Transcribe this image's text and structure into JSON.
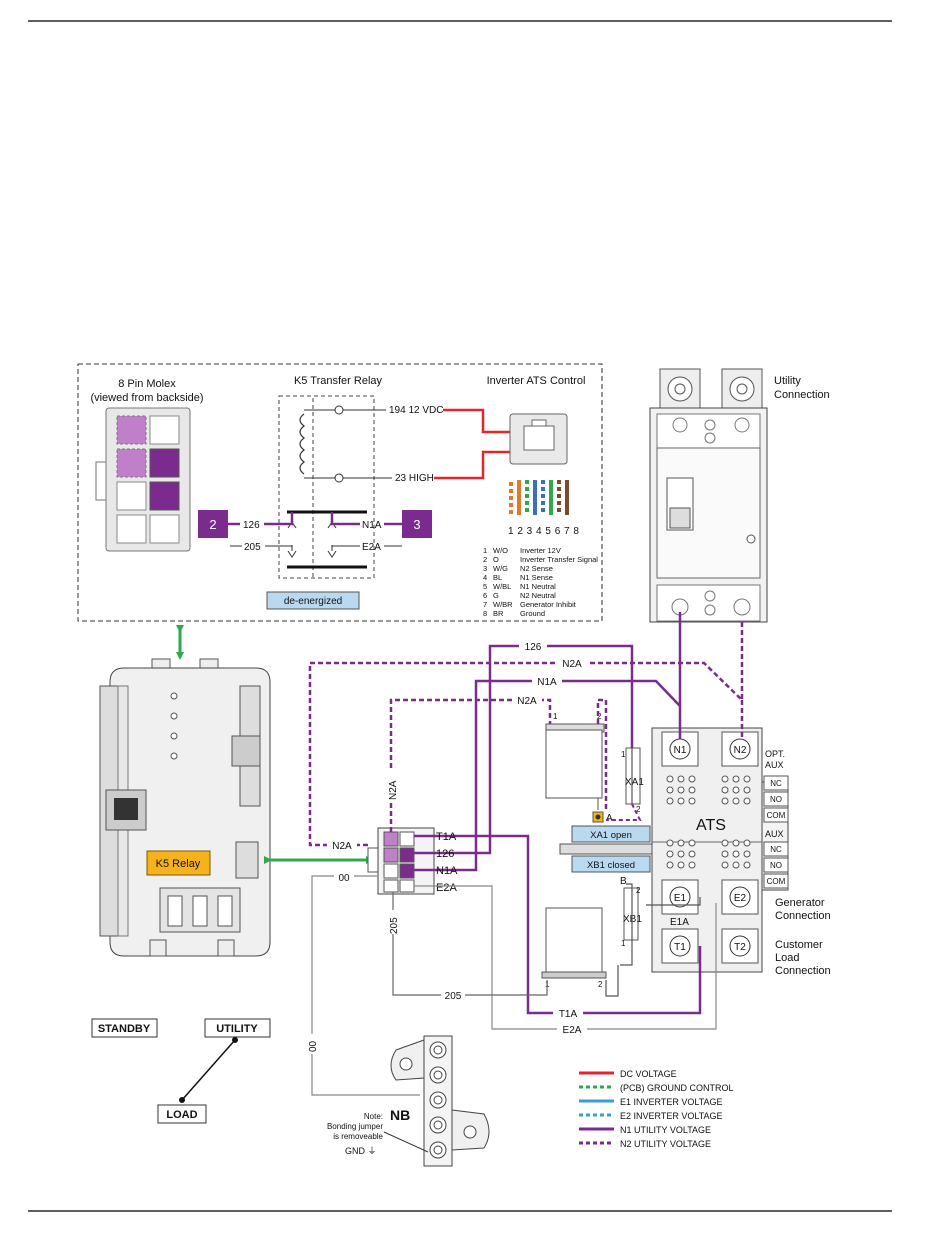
{
  "molex": {
    "title": "8 Pin Molex",
    "subtitle": "(viewed from backside)"
  },
  "k5_relay_header": "K5 Transfer Relay",
  "inverter_header": "Inverter ATS Control",
  "relay_state": "de-energized",
  "wires": {
    "w194": "194 12 VDC",
    "w23": "23 HIGH",
    "w126": "126",
    "w205": "205",
    "n1a": "N1A",
    "e2a": "E2A",
    "n2a": "N2A",
    "t1a": "T1A",
    "e1a": "E1A",
    "w00": "00"
  },
  "pins": {
    "pin2": "2",
    "pin3": "3"
  },
  "rj45_pin_numbers": "1 2 3 4 5 6 7 8",
  "rj45_table": [
    {
      "num": "1",
      "code": "W/O",
      "desc": "Inverter 12V"
    },
    {
      "num": "2",
      "code": "O",
      "desc": "Inverter Transfer Signal"
    },
    {
      "num": "3",
      "code": "W/G",
      "desc": "N2 Sense"
    },
    {
      "num": "4",
      "code": "BL",
      "desc": "N1 Sense"
    },
    {
      "num": "5",
      "code": "W/BL",
      "desc": "N1 Neutral"
    },
    {
      "num": "6",
      "code": "G",
      "desc": "N2 Neutral"
    },
    {
      "num": "7",
      "code": "W/BR",
      "desc": "Generator Inhibit"
    },
    {
      "num": "8",
      "code": "BR",
      "desc": "Ground"
    }
  ],
  "utility_connection": [
    "Utility",
    "Connection"
  ],
  "controller": {
    "k5_relay_label": "K5 Relay"
  },
  "ats": {
    "label": "ATS",
    "terminals": {
      "n1": "N1",
      "n2": "N2",
      "e1": "E1",
      "e2": "E2",
      "t1": "T1",
      "t2": "T2"
    },
    "opt_aux": [
      "OPT.",
      "AUX"
    ],
    "aux": "AUX",
    "contacts_top": [
      "NC",
      "NO",
      "COM"
    ],
    "contacts_bottom": [
      "NC",
      "NO",
      "COM"
    ],
    "xa1": "XA1",
    "xb1": "XB1",
    "xa1_state": "XA1 open",
    "xb1_state": "XB1 closed",
    "point_a": "A",
    "point_b": "B",
    "coil_pins": {
      "p1": "1",
      "p2": "2"
    }
  },
  "generator_connection": [
    "Generator",
    "Connection"
  ],
  "customer_load_connection": [
    "Customer",
    "Load",
    "Connection"
  ],
  "switch": {
    "standby": "STANDBY",
    "utility": "UTILITY",
    "load": "LOAD"
  },
  "nb": {
    "label": "NB",
    "note": [
      "Note:",
      "Bonding jumper",
      "is removeable"
    ],
    "gnd": "GND ⏚"
  },
  "legend": [
    {
      "label": "DC VOLTAGE",
      "color": "#e3262d",
      "dashed": false
    },
    {
      "label": "(PCB) GROUND CONTROL",
      "color": "#2fa84f",
      "dashed": true
    },
    {
      "label": "E1 INVERTER VOLTAGE",
      "color": "#3a9bd9",
      "dashed": false
    },
    {
      "label": "E2 INVERTER VOLTAGE",
      "color": "#3a9bd9",
      "dashed": true
    },
    {
      "label": "N1 UTILITY VOLTAGE",
      "color": "#7b2a8e",
      "dashed": false
    },
    {
      "label": "N2 UTILITY VOLTAGE",
      "color": "#7b2a8e",
      "dashed": true
    }
  ]
}
